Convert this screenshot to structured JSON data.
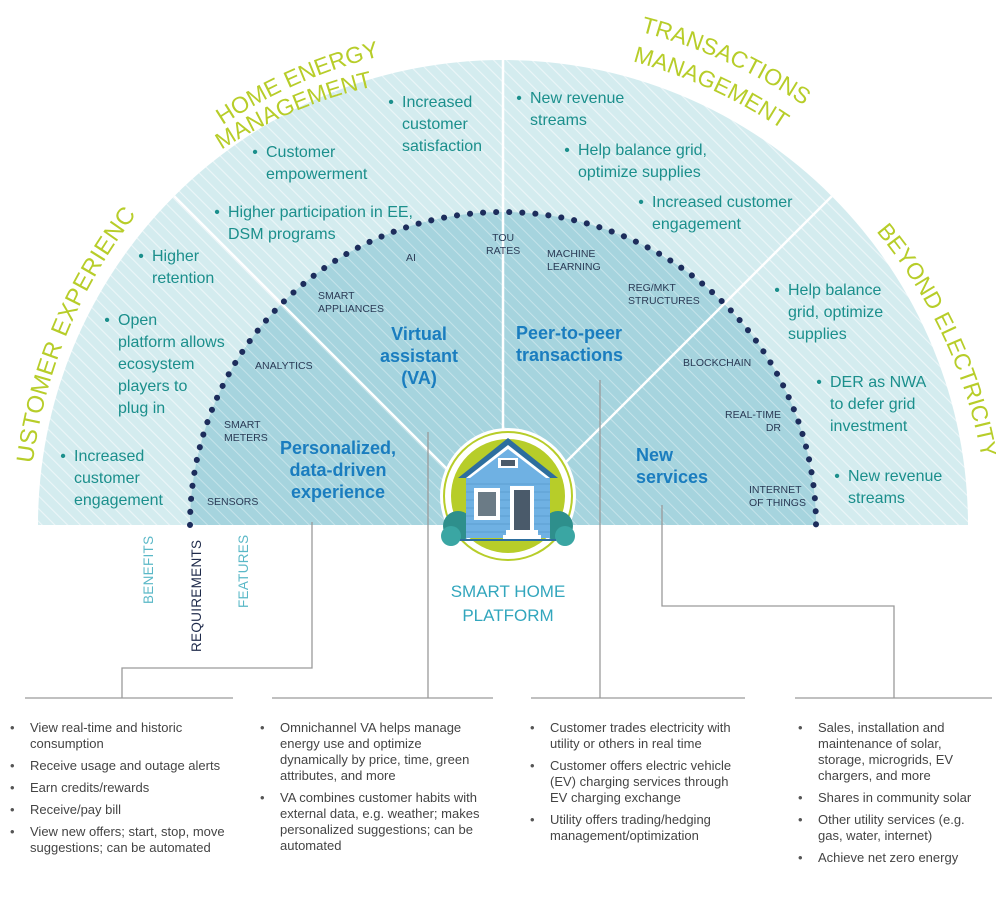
{
  "sections": {
    "customer_experience": "CUSTOMER EXPERIENCE",
    "home_energy_line1": "HOME ENERGY",
    "home_energy_line2": "MANAGEMENT",
    "transactions_line1": "TRANSACTIONS",
    "transactions_line2": "MANAGEMENT",
    "beyond_electricity": "BEYOND ELECTRICITY"
  },
  "benefits": {
    "ce": [
      "Higher",
      "retention",
      "Open",
      "platform allows",
      "ecosystem",
      "players to",
      "plug in",
      "Increased",
      "customer",
      "engagement"
    ],
    "hem": [
      "Increased",
      "customer",
      "satisfaction",
      "Customer",
      "empowerment",
      "Higher participation in EE,",
      "DSM programs"
    ],
    "tm": [
      "New revenue",
      "streams",
      "Help balance grid,",
      "optimize supplies",
      "Increased customer",
      "engagement"
    ],
    "be": [
      "Help balance",
      "grid, optimize",
      "supplies",
      "DER as NWA",
      "to defer grid",
      "investment",
      "New revenue",
      "streams"
    ]
  },
  "requirements": {
    "sensors": "SENSORS",
    "smart_meters_1": "SMART",
    "smart_meters_2": "METERS",
    "analytics": "ANALYTICS",
    "smart_appliances_1": "SMART",
    "smart_appliances_2": "APPLIANCES",
    "ai": "AI",
    "tou_1": "TOU",
    "tou_2": "RATES",
    "ml_1": "MACHINE",
    "ml_2": "LEARNING",
    "regmkt_1": "REG/MKT",
    "regmkt_2": "STRUCTURES",
    "blockchain": "BLOCKCHAIN",
    "rtdr_1": "REAL-TIME",
    "rtdr_2": "DR",
    "iot_1": "INTERNET",
    "iot_2": "OF THINGS"
  },
  "features": {
    "personalized_1": "Personalized,",
    "personalized_2": "data-driven",
    "personalized_3": "experience",
    "va_1": "Virtual",
    "va_2": "assistant",
    "va_3": "(VA)",
    "p2p_1": "Peer-to-peer",
    "p2p_2": "transactions",
    "ns_1": "New",
    "ns_2": "services"
  },
  "legend": {
    "benefits": "BENEFITS",
    "requirements": "REQUIREMENTS",
    "features": "FEATURES"
  },
  "platform": {
    "line1": "SMART HOME",
    "line2": "PLATFORM"
  },
  "columns": [
    [
      "View real-time and historic consumption",
      "Receive usage and outage alerts",
      "Earn credits/rewards",
      "Receive/pay bill",
      "View new offers; start, stop, move suggestions; can be automated"
    ],
    [
      "Omnichannel VA helps manage energy use and optimize dynamically by price, time, green attributes, and more",
      "VA combines customer habits with external data, e.g. weather; makes personalized suggestions; can be automated"
    ],
    [
      "Customer trades electricity with utility or others in real time",
      "Customer offers electric vehicle (EV) charging services through EV charging exchange",
      "Utility offers trading/hedging management/optimization"
    ],
    [
      "Sales, installation and maintenance of solar, storage, microgrids, EV chargers, and more",
      "Shares in community solar",
      "Other utility services (e.g. gas, water, internet)",
      "Achieve net zero energy"
    ]
  ],
  "colors": {
    "benefit_teal": "#1b8f8c",
    "feature_blue": "#1a7dbf",
    "title_green": "#b7cd29",
    "outer_fill": "#d3ebee",
    "inner_fill": "#a9d6e0",
    "dots": "#1d2d5c"
  }
}
